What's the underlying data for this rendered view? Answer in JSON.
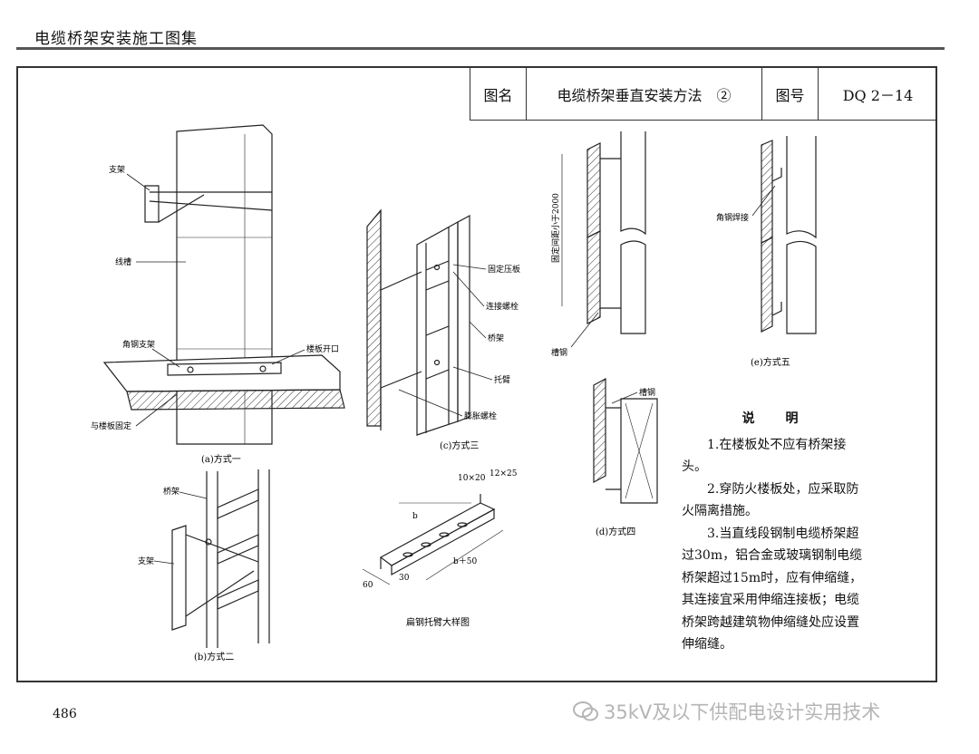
{
  "header": {
    "book_title": "电缆桥架安装施工图集"
  },
  "title_block": {
    "name_label": "图名",
    "name_value": "电缆桥架垂直安装方法　②",
    "number_label": "图号",
    "number_value": "DQ 2－14"
  },
  "figures": {
    "a": {
      "caption": "(a)方式一",
      "labels": {
        "bracket": "支架",
        "trunking": "线槽",
        "angle_bracket": "角钢支架",
        "floor_opening": "楼板开口",
        "floor_fix": "与楼板固定"
      }
    },
    "b": {
      "caption": "(b)方式二",
      "labels": {
        "tray": "桥架",
        "bracket": "支架"
      }
    },
    "c": {
      "caption": "(c)方式三",
      "labels": {
        "clamp": "固定压板",
        "bolt": "连接螺栓",
        "tray": "桥架",
        "arm": "托臂",
        "expansion_bolt": "膨胀螺栓"
      }
    },
    "detail": {
      "caption": "扁钢托臂大样图",
      "dims": {
        "d1": "10×20",
        "d2": "12×25",
        "b": "b",
        "b50": "b＋50",
        "d60": "60",
        "d30": "30"
      }
    },
    "d": {
      "caption": "(d)方式四",
      "labels": {
        "channel": "槽钢"
      }
    },
    "top": {
      "labels": {
        "spacing": "固定间距小于2000",
        "channel": "槽钢"
      }
    },
    "e": {
      "caption": "(e)方式五",
      "labels": {
        "weld": "角钢焊接"
      }
    }
  },
  "notes": {
    "title": "说　明",
    "items": [
      "1.在楼板处不应有桥架接头。",
      "2.穿防火楼板处，应采取防火隔离措施。",
      "3.当直线段钢制电缆桥架超过30m，铝合金或玻璃钢制电缆桥架超过15m时，应有伸缩缝，其连接宜采用伸缩连接板；电缆桥架跨越建筑物伸缩缝处应设置伸缩缝。"
    ]
  },
  "footer": {
    "page_number": "486",
    "watermark": "35kV及以下供配电设计实用技术"
  }
}
